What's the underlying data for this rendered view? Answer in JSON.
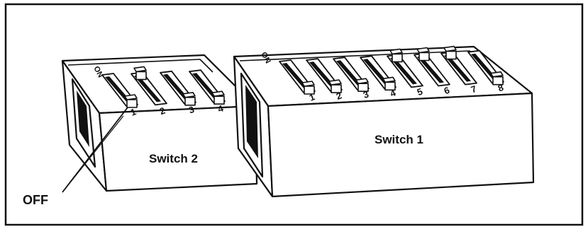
{
  "figure": {
    "callout_label": "OFF",
    "switch_2": {
      "name": "Switch 2",
      "on_label": "ON",
      "positions": [
        "1",
        "2",
        "3",
        "4"
      ],
      "levers": [
        "off",
        "on",
        "off",
        "off"
      ]
    },
    "switch_1": {
      "name": "Switch 1",
      "on_label": "ON",
      "positions": [
        "1",
        "2",
        "3",
        "4",
        "5",
        "6",
        "7",
        "8"
      ],
      "levers": [
        "off",
        "off",
        "off",
        "off",
        "on",
        "on",
        "on",
        "off"
      ]
    }
  },
  "colors": {
    "ink": "#111111",
    "paper": "#ffffff",
    "shade": "#cfcfcf"
  }
}
